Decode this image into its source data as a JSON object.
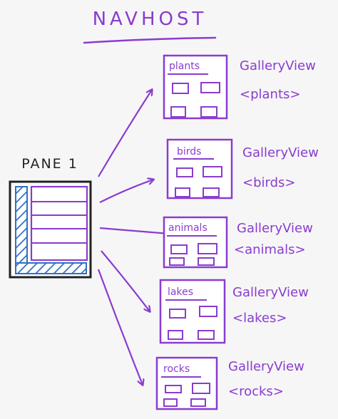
{
  "title": "NAVHOST",
  "pane": {
    "label": "PANE 1"
  },
  "colors": {
    "ink": "#222222",
    "purple": "#8a3ccf",
    "blue": "#2f6fc4"
  },
  "pages": [
    {
      "tab": "plants",
      "view": "GalleryView",
      "param": "<plants>"
    },
    {
      "tab": "birds",
      "view": "GalleryView",
      "param": "<birds>"
    },
    {
      "tab": "animals",
      "view": "GalleryView",
      "param": "<animals>"
    },
    {
      "tab": "lakes",
      "view": "GalleryView",
      "param": "<lakes>"
    },
    {
      "tab": "rocks",
      "view": "GalleryView",
      "param": "<rocks>"
    }
  ]
}
